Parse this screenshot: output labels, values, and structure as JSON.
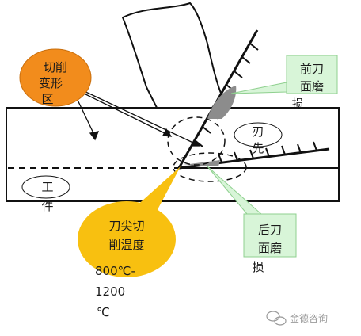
{
  "diagram": {
    "cutting_deformation_zone": [
      "切削",
      "变形",
      "区"
    ],
    "rake_face_wear": [
      "前刀",
      "面磨",
      "损"
    ],
    "flank_wear": [
      "后刀",
      "面磨",
      "损"
    ],
    "tool_tip": [
      "刃",
      "先"
    ],
    "workpiece": [
      "工",
      "件"
    ],
    "tool_tip_temperature": [
      "刀尖切",
      "削温度",
      "800℃-",
      "1200",
      "℃"
    ]
  },
  "watermark": "金德咨询",
  "colors": {
    "orange_bubble": "#f28c1c",
    "yellow_bubble": "#f8c010",
    "green_box": "#d8f5d8",
    "green_border": "#8fd08f",
    "wear_gray": "#8c8c8c",
    "line": "#111111"
  }
}
